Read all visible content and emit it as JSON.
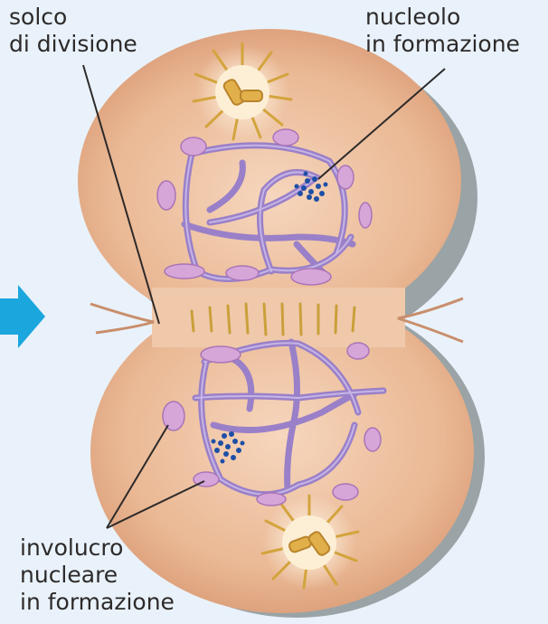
{
  "labels": {
    "furrow": {
      "line1": "solco",
      "line2": "di divisione"
    },
    "nucleolus": {
      "line1": "nucleolo",
      "line2": "in formazione"
    },
    "envelope": {
      "line1": "involucro",
      "line2": "nucleare",
      "line3": "in formazione"
    }
  },
  "colors": {
    "background": "#e9f2fa",
    "cell": "#e6ae8d",
    "cell_shadow": "#9aa3a6",
    "chromosome": "#9a80c8",
    "envelope_fragment": "#d7a6d9",
    "nucleolus": "#1d4fa6",
    "centrosome": "#e2b04a",
    "arrow": "#1ba6de",
    "leader_line": "#2d2a2a"
  },
  "icons": {
    "left_arrow": "arrow-right-icon"
  }
}
